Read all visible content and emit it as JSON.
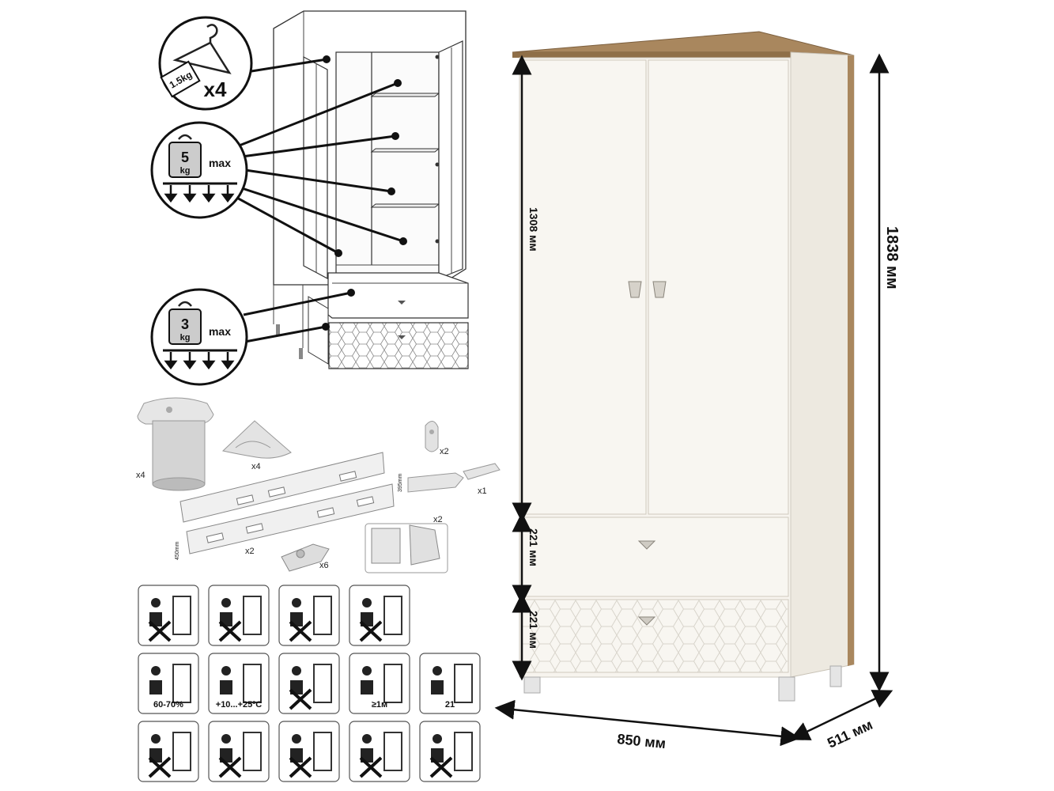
{
  "badges": {
    "hanger": {
      "weight": "1.5kg",
      "count": "x4"
    },
    "shelf": {
      "weight": "5",
      "unit": "kg",
      "max": "max"
    },
    "drawer": {
      "weight": "3",
      "unit": "kg",
      "max": "max"
    }
  },
  "hardware": {
    "leg_qty": "x4",
    "corner_qty": "x4",
    "hook_qty": "x2",
    "rail_qty": "x1",
    "rail_size": "395mm",
    "slide_qty": "x2",
    "slide_size": "450mm",
    "hinge_qty": "x6",
    "bracket_qty": "x2"
  },
  "care_icons": [
    {
      "name": "no-sitting-icon",
      "text": ""
    },
    {
      "name": "no-standing-icon",
      "text": ""
    },
    {
      "name": "no-climbing-icon",
      "text": ""
    },
    {
      "name": "no-door-hanging-icon",
      "text": ""
    },
    {
      "name": "humidity-icon",
      "text": "60-70%"
    },
    {
      "name": "temperature-icon",
      "text": "+10...+25ºC"
    },
    {
      "name": "no-sunlight-icon",
      "text": ""
    },
    {
      "name": "heater-distance-icon",
      "text": "≥1м"
    },
    {
      "name": "ventilate-room-icon",
      "text": "21"
    },
    {
      "name": "no-abrasive-icon",
      "text": ""
    },
    {
      "name": "no-chemicals-icon",
      "text": ""
    },
    {
      "name": "no-scrubbing-icon",
      "text": ""
    },
    {
      "name": "no-pushing-icon",
      "text": ""
    },
    {
      "name": "no-overload-icon",
      "text": ""
    }
  ],
  "dimensions": {
    "height_total": "1838 мм",
    "height_doors": "1308 мм",
    "drawer_top": "221 мм",
    "drawer_bottom": "221 мм",
    "width": "850 мм",
    "depth": "511 мм"
  },
  "colors": {
    "body": "#f6f3ec",
    "top": "#a9875e",
    "line": "#1a1a1a"
  }
}
